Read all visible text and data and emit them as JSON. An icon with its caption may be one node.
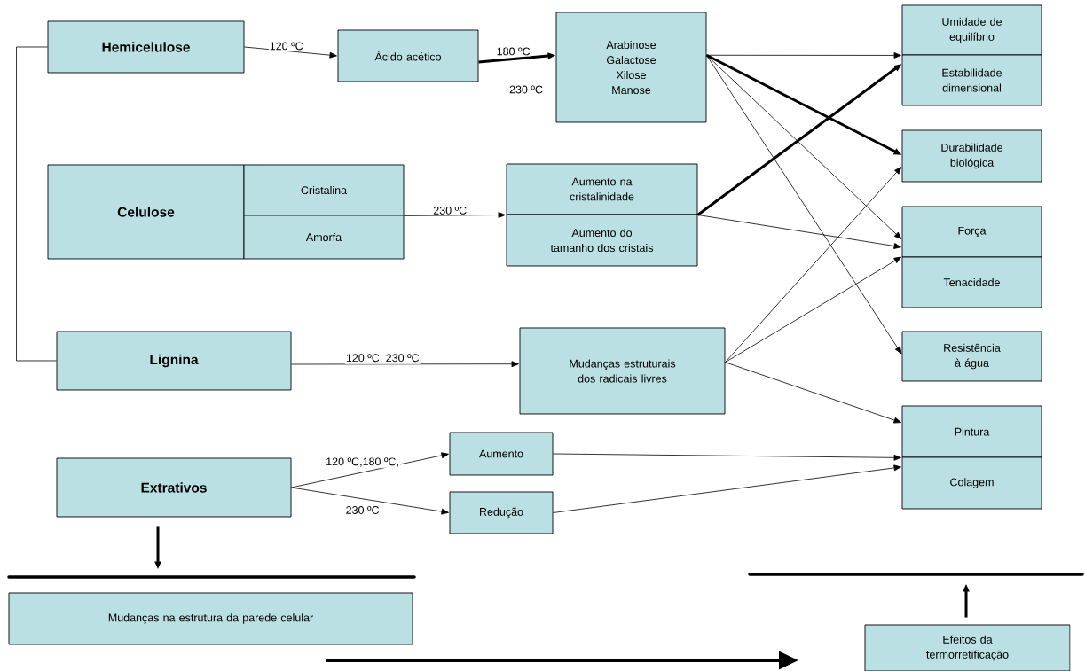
{
  "diagram": {
    "nodes": [
      {
        "text": [
          "Hemicelulose"
        ]
      },
      {
        "text": [
          "Ácido acético"
        ]
      },
      {
        "text": [
          "Arabinose Galactose Xilose Manose"
        ]
      },
      {
        "text": [
          "Umidade de equilíbrio"
        ]
      },
      {
        "text": [
          "Estabilidade dimensional"
        ]
      },
      {
        "text": [
          "Celulose"
        ]
      },
      {
        "text": [
          "Cristalina"
        ]
      },
      {
        "text": [
          "Amorfa"
        ]
      },
      {
        "text": [
          "Aumento na cristalinidade"
        ]
      },
      {
        "text": [
          "Aumento do tamanho dos cristais"
        ]
      },
      {
        "text": [
          "Durabilidade biológica"
        ]
      },
      {
        "text": [
          "Força"
        ]
      },
      {
        "text": [
          "Tenacidade"
        ]
      },
      {
        "text": [
          "Lignina"
        ]
      },
      {
        "text": [
          "Mudanças estruturais dos radicais livres"
        ]
      },
      {
        "text": [
          "Resistência à água"
        ]
      },
      {
        "text": [
          "Extrativos"
        ]
      },
      {
        "text": [
          "Aumento"
        ]
      },
      {
        "text": [
          "Redução"
        ]
      },
      {
        "text": [
          "Pintura"
        ]
      },
      {
        "text": [
          "Colagem"
        ]
      },
      {
        "text": [
          "Mudanças na estrutura da parede celular"
        ]
      },
      {
        "text": [
          "Efeitos da termorretificação"
        ]
      }
    ],
    "edges": [
      {
        "from": 0,
        "to": 1,
        "arrow": "to",
        "label": "120 ºC"
      },
      {
        "from": 1,
        "to": 2,
        "arrow": "to",
        "label": "180 ºC",
        "style": "thick"
      },
      {
        "from": 6,
        "to": 8,
        "arrow": "to",
        "label": "230 ºC"
      },
      {
        "from": 13,
        "to": 14,
        "arrow": "to",
        "label": "120 ºC,  230 ºC"
      },
      {
        "from": 16,
        "to": 17,
        "arrow": "to",
        "label": "120 ºC,180 ºC,"
      },
      {
        "from": 16,
        "to": 18,
        "arrow": "to",
        "label": "230 ºC"
      },
      {
        "from": 0,
        "to": 13,
        "arrow": "none"
      },
      {
        "from": 2,
        "to": 3,
        "arrow": "to"
      },
      {
        "from": 2,
        "to": 10,
        "arrow": "to",
        "style": "thick"
      },
      {
        "from": 2,
        "to": 11,
        "arrow": "to"
      },
      {
        "from": 2,
        "to": 15,
        "arrow": "to"
      },
      {
        "from": 8,
        "to": 4,
        "arrow": "to",
        "style": "thick"
      },
      {
        "from": 8,
        "to": 11,
        "arrow": "to"
      },
      {
        "from": 14,
        "to": 10,
        "arrow": "to"
      },
      {
        "from": 14,
        "to": 12,
        "arrow": "to"
      },
      {
        "from": 14,
        "to": 19,
        "arrow": "to"
      },
      {
        "from": 17,
        "to": 19,
        "arrow": "to"
      },
      {
        "from": 18,
        "to": 20,
        "arrow": "to"
      },
      {
        "from": 16,
        "to": null,
        "arrow": "to",
        "style": "thick"
      },
      {
        "from": 22,
        "to": null,
        "arrow": "to",
        "style": "thick"
      }
    ],
    "labels": [
      "230 ºC"
    ]
  }
}
